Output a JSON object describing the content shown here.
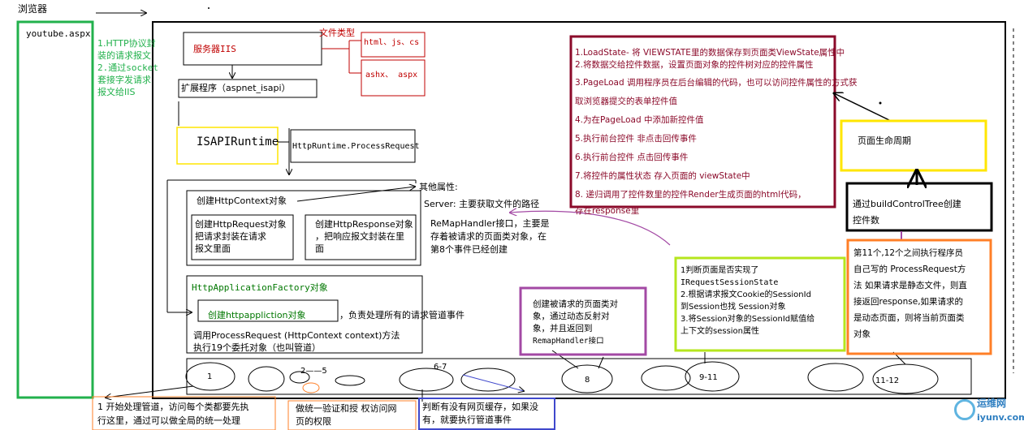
{
  "browser_label": "浏览器",
  "client_page": "youtube.aspx",
  "http_notes": [
    "1.HTTP协议封",
    "装的请求报文",
    "2.通过socket",
    "套接字发请求",
    "报文给IIS"
  ],
  "server_label": "服务器IIS",
  "file_types_label": "文件类型",
  "file_type_static": "html、js、cs",
  "file_type_dynamic": "ashx、  aspx",
  "extension_label": "扩展程序（aspnet_isapi）",
  "isapi_runtime": "ISAPIRuntime",
  "http_runtime": "HttpRuntime.ProcessRequest",
  "create_context": "创建HttpContext对象",
  "create_request": [
    "创建HttpRequest对象",
    "把请求封装在请求",
    "报文里面"
  ],
  "create_response": [
    "创建HttpResponse对象",
    "，把响应报文封装在里",
    "面"
  ],
  "other_props": "其他属性:",
  "server_prop": "Server: 主要获取文件的路径",
  "remap_note": [
    "ReMapHandler接口，主要是",
    "存着被请求的页面类对象，在",
    "第8个事件已经创建"
  ],
  "app_factory": "HttpApplicationFactory对象",
  "create_app": "创建httpappliction对象",
  "app_desc": "，负责处理所有的请求管道事件",
  "process_request": [
    "调用ProcessRequest (HttpContext context)方法",
    "执行19个委托对象（也叫管道）"
  ],
  "lifecycle_steps": [
    "1.LoadState- 将 VIEWSTATE里的数据保存到页面类ViewState属性中",
    "2.将数据交给控件数据，设置页面对象的控件树对应的控件属性",
    "3.PageLoad 调用程序员在后台编辑的代码，也可以访问控件属性的方式获",
    "取浏览器提交的表单控件值",
    "4.为在PageLoad 中添加新控件值",
    "5.执行前台控件 非点击回传事件",
    "6.执行前台控件 点击回传事件",
    "7.将控件的属性状态 存入页面的 viewState中",
    "8. 递归调用了控件数里的控件Render生成页面的html代码，",
    "存在response里"
  ],
  "page_lifecycle": "页面生命周期",
  "build_control_tree": [
    "通过buildControlTree创建",
    "控件数"
  ],
  "step_11_12": [
    "第11个,12个之间执行程序员",
    "自己写的 ProcessRequest方",
    "法 如果请求是静态文件，则直",
    "接返回response,如果请求的",
    "是动态页面，则将当前页面类",
    "对象"
  ],
  "session_notes": [
    "1判断页面是否实现了",
    "IRequestSessionState",
    "2.根据请求报文Cookie的SessionId",
    "到Session也找 Session对象",
    "3.将Session对象的SessionId赋值给",
    "上下文的session属性"
  ],
  "create_page_notes": [
    "创建被请求的页面类对",
    "象，通过动态反射对",
    "象，并且返回到",
    "RemapHandler接口"
  ],
  "pipeline_labels": [
    "1",
    "2——5",
    "6-7",
    "8",
    "9-11",
    "11-12"
  ],
  "note_start": [
    "1 开始处理管道，访问每个类都要先执",
    "行这里，通过可以做全局的统一处理"
  ],
  "note_auth": [
    "做统一验证和授 权访问网",
    "页的权限"
  ],
  "note_cache": [
    "判断有没有网页缓存，如果没",
    "有，就要执行管道事件"
  ],
  "watermark": [
    "运维网",
    "iyunv.com"
  ],
  "colors": {
    "red": "#c00000",
    "maroon": "#8b0a2a",
    "green": "#22b14c",
    "yellow": "#ffe600",
    "purple": "#a349a4",
    "lime": "#b5e61d",
    "orange": "#ff7f27",
    "blue": "#3f48cc",
    "dark_green": "#007700"
  }
}
